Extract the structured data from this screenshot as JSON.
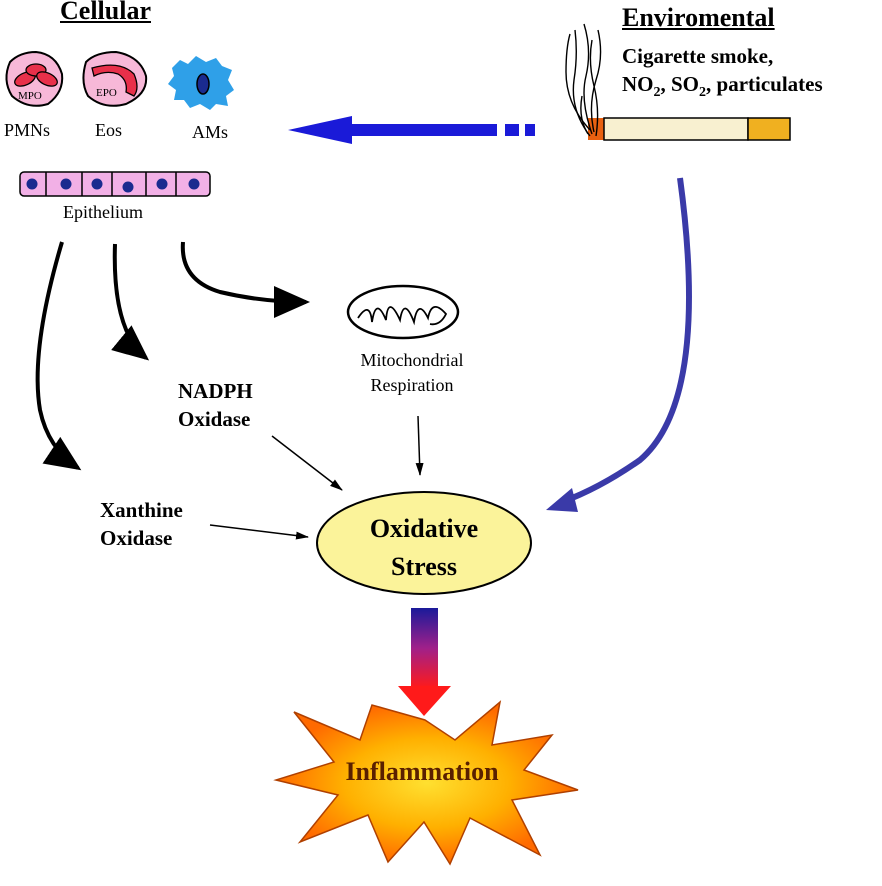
{
  "headings": {
    "cellular": "Cellular",
    "environmental": "Enviromental"
  },
  "sources": {
    "environmental_line1": "Cigarette smoke,",
    "environmental_line2_parts": [
      "NO",
      "2",
      ", SO",
      "2",
      ", particulates"
    ]
  },
  "cells": {
    "pmns": "PMNs",
    "eos": "Eos",
    "ams": "AMs",
    "mpo": "MPO",
    "epo": "EPO",
    "epithelium": "Epithelium"
  },
  "enzymes": {
    "nadph_line1": "NADPH",
    "nadph_line2": "Oxidase",
    "xanthine_line1": "Xanthine",
    "xanthine_line2": "Oxidase",
    "mito_line1": "Mitochondrial",
    "mito_line2": "Respiration"
  },
  "outcomes": {
    "oxidative_line1": "Oxidative",
    "oxidative_line2": "Stress",
    "inflammation": "Inflammation"
  },
  "colors": {
    "pmn_fill": "#f7b8d8",
    "nucleus_red": "#e8304a",
    "am_fill": "#2fa0e8",
    "am_nucleus": "#1a2b8f",
    "epithelium_fill": "#f2b0e6",
    "blue_arrow": "#1a1ad8",
    "env_curve": "#3a3aa8",
    "ellipse_fill": "#fbf39a",
    "star_outer": "#f07a00",
    "star_inner": "#ffcc00",
    "cig_filter": "#f0b020",
    "cig_paper": "#f8f0d0",
    "cig_ember": "#e86010"
  }
}
